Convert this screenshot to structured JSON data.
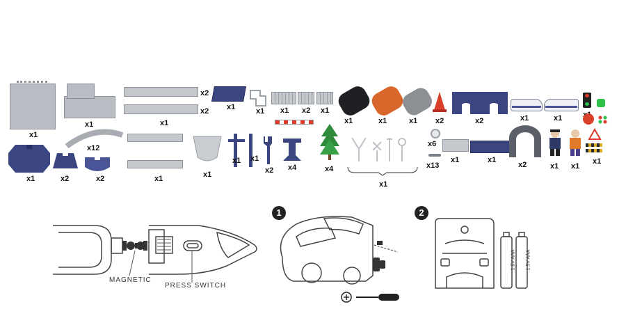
{
  "parts": {
    "base_plate": "x1",
    "platform_large": "x1",
    "track_switch": "x2",
    "track_straight_long": "x2",
    "track_pair": "x1",
    "solar_panel": "x1",
    "small_bracket": "x1",
    "fence_1": "x1",
    "fence_2": "x2",
    "fence_3": "x1",
    "car_black": "x1",
    "car_orange": "x1",
    "car_silver": "x1",
    "cone": "x2",
    "bridge_arch": "x2",
    "train_car_1": "x1",
    "train_car_2": "x1",
    "traffic_light": "x1",
    "round_plate": "x1",
    "curve_track": "x12",
    "tile_small": "x2",
    "tile_pad": "x2",
    "straight_pair": "x1",
    "shield_piece": "x1",
    "post": "x1",
    "post_2": "x1",
    "wrench_piece": "x2",
    "pylon_support": "x4",
    "tree": "x4",
    "sign_set": "x1",
    "washer": "x6",
    "screw": "x13",
    "ramp_piece": "x1",
    "navy_panel": "x1",
    "tunnel": "x2",
    "figure_police": "x1",
    "figure_worker": "x1",
    "signs_misc": "x1"
  },
  "diagram": {
    "magnetic_label": "MAGNETIC",
    "press_switch_label": "PRESS SWITCH",
    "step1": "1",
    "step2": "2",
    "battery_label_1": "1.5V AAA",
    "battery_label_2": "1.5V AAA"
  }
}
